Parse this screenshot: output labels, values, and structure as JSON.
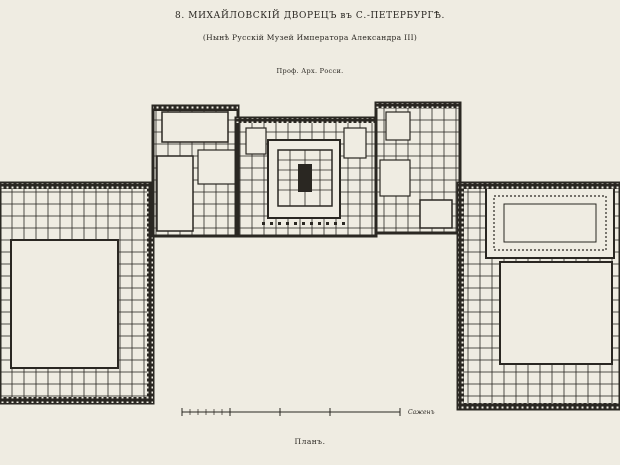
{
  "document": {
    "title": "8. МИХАЙЛОВСКІЙ ДВОРЕЦЪ въ С.-ПЕТЕРБУРГѢ.",
    "subtitle": "(Нынѣ Русскій Музей Императора Александра III)",
    "author": "Проф. Арх. Росси.",
    "caption": "Планъ.",
    "scale_label": "Саженъ"
  },
  "colors": {
    "paper": "#efece2",
    "ink": "#2a2722"
  }
}
